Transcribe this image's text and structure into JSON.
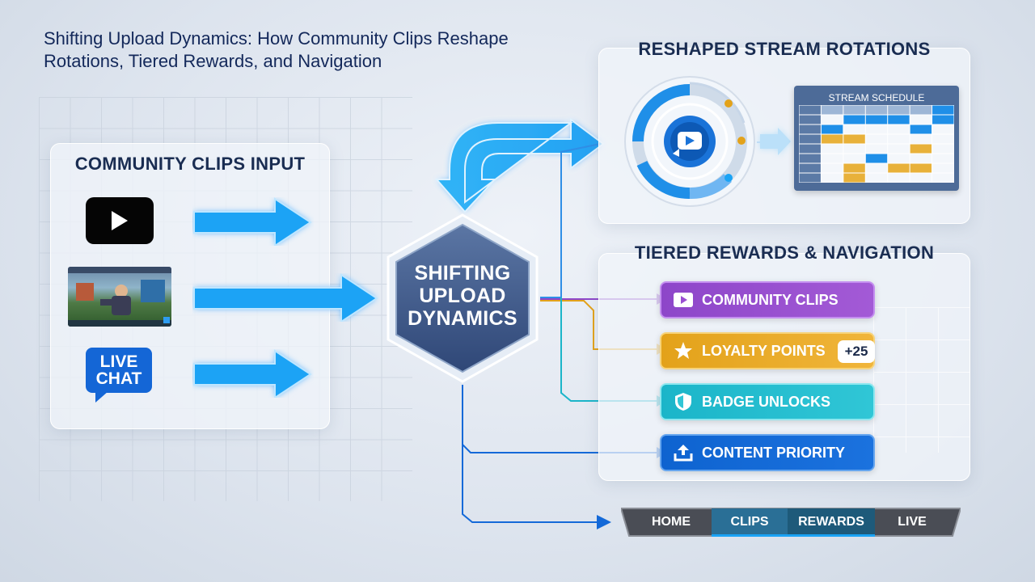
{
  "title": "Shifting Upload Dynamics: How Community Clips Reshape Rotations, Tiered Rewards, and Navigation",
  "input_panel": {
    "title": "COMMUNITY CLIPS INPUT",
    "sources": [
      {
        "name": "youtube",
        "icon": "youtube-play-icon"
      },
      {
        "name": "gameplay",
        "icon": "gameplay-thumbnail"
      },
      {
        "name": "live-chat",
        "label": "LIVE CHAT",
        "icon": "chat-bubble-icon"
      }
    ]
  },
  "hub": {
    "label_lines": [
      "SHIFTING",
      "UPLOAD",
      "DYNAMICS"
    ]
  },
  "rotations_panel": {
    "title": "RESHAPED STREAM ROTATIONS",
    "schedule_title": "STREAM SCHEDULE"
  },
  "rewards_panel": {
    "title": "TIERED REWARDS & NAVIGATION",
    "items": [
      {
        "label": "COMMUNITY CLIPS",
        "icon": "play-icon",
        "color": "#9a4fd2"
      },
      {
        "label": "LOYALTY POINTS",
        "icon": "star-icon",
        "color": "#eaab28",
        "badge": "+25"
      },
      {
        "label": "BADGE UNLOCKS",
        "icon": "shield-icon",
        "color": "#25bdd0"
      },
      {
        "label": "CONTENT PRIORITY",
        "icon": "upload-icon",
        "color": "#1469d8"
      }
    ]
  },
  "navbar": {
    "items": [
      "HOME",
      "CLIPS",
      "REWARDS",
      "LIVE"
    ]
  },
  "colors": {
    "accent_blue": "#1aa3f5",
    "line_purple": "#8d46c9",
    "line_gold": "#e3a21a",
    "line_teal": "#1bb5c9",
    "line_blue": "#1469d8"
  }
}
